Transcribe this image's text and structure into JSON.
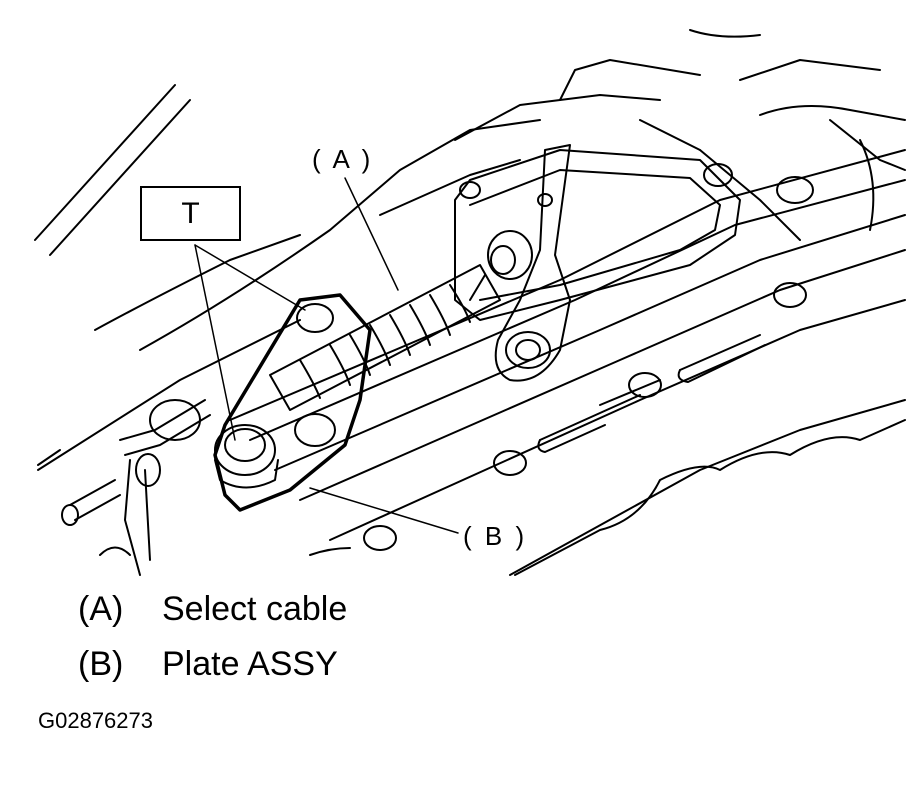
{
  "callouts": {
    "a": "( A )",
    "b": "( B )",
    "torque": "T"
  },
  "legend": [
    {
      "key": "(A)",
      "label": "Select cable"
    },
    {
      "key": "(B)",
      "label": "Plate ASSY"
    }
  ],
  "figure_id": "G02876273",
  "colors": {
    "line": "#000000",
    "background": "#ffffff"
  }
}
